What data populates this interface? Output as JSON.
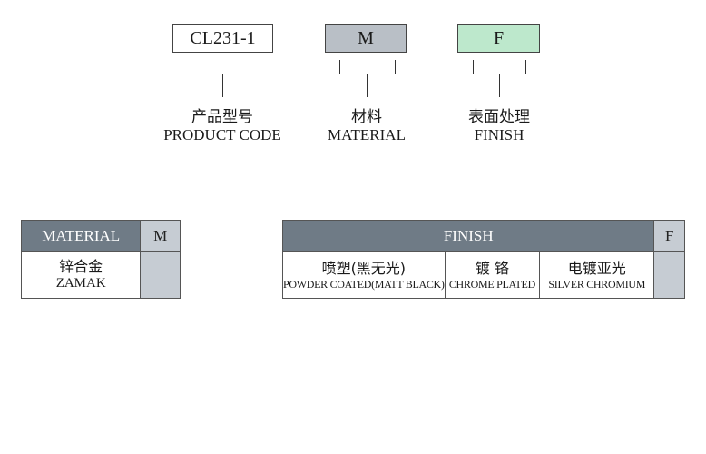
{
  "code_diagram": {
    "product_code_value": "CL231-1",
    "material_value": "M",
    "finish_value": "F",
    "labels": [
      {
        "cn": "产品型号",
        "en": "PRODUCT CODE"
      },
      {
        "cn": "材料",
        "en": "MATERIAL"
      },
      {
        "cn": "表面处理",
        "en": "FINISH"
      }
    ],
    "colors": {
      "material_box": "#b9bfc6",
      "finish_box": "#bde8cc"
    }
  },
  "material_table": {
    "header": "MATERIAL",
    "header_code": "M",
    "rows": [
      {
        "cn": "锌合金",
        "en": "ZAMAK"
      }
    ]
  },
  "finish_table": {
    "header": "FINISH",
    "header_code": "F",
    "options": [
      {
        "cn": "喷塑(黑无光)",
        "en": "POWDER COATED(MATT BLACK)"
      },
      {
        "cn": "镀 铬",
        "en": "CHROME PLATED"
      },
      {
        "cn": "电镀亚光",
        "en": "SILVER CHROMIUM"
      }
    ]
  }
}
